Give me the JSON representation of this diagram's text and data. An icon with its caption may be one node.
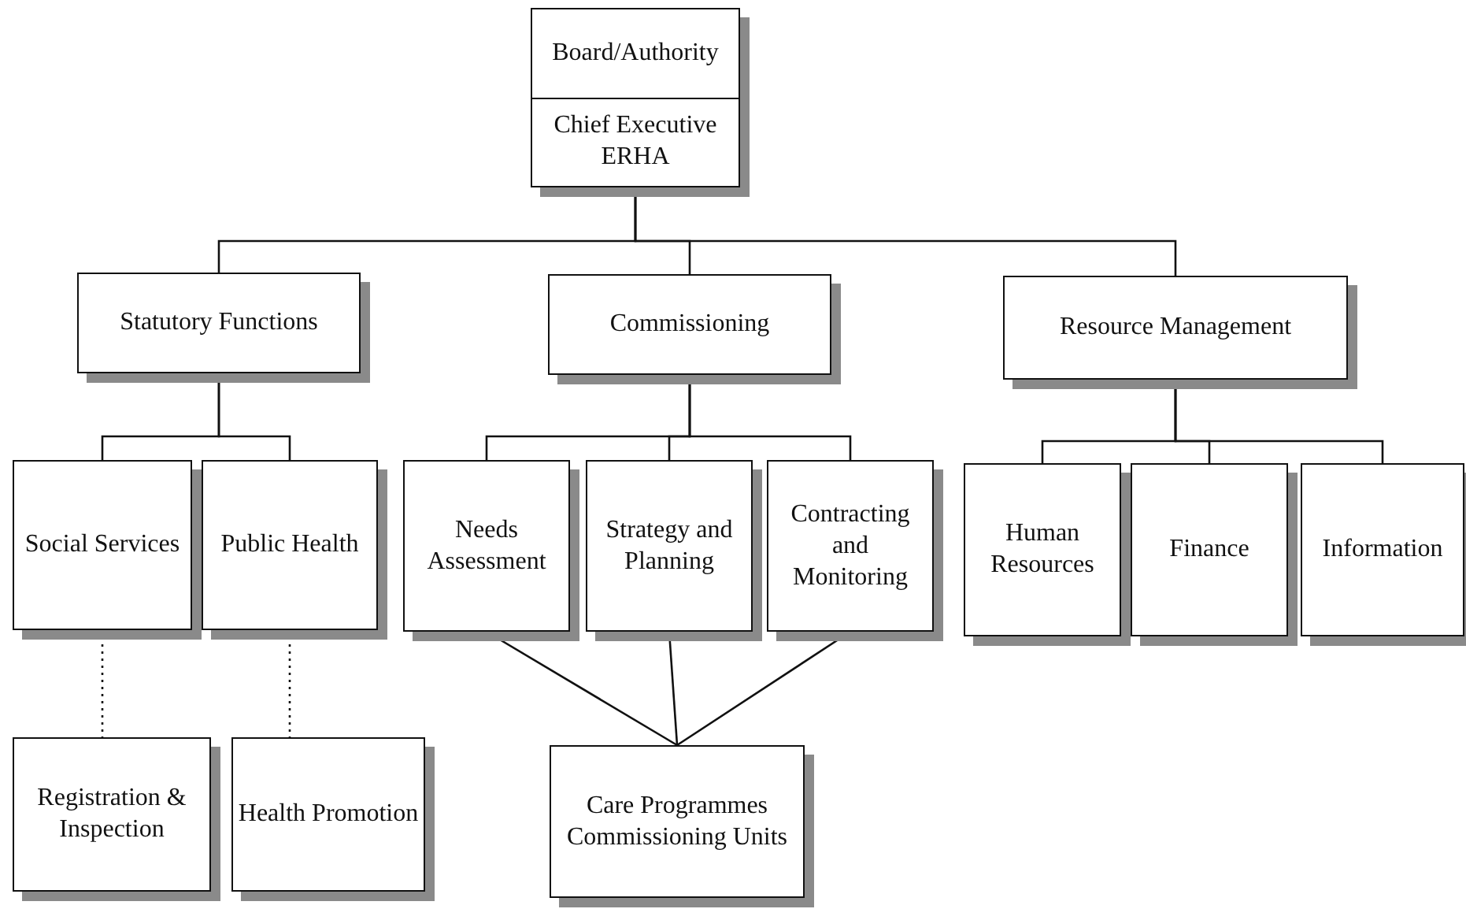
{
  "diagram": {
    "nodes": [
      {
        "text": [
          "Board/Authority",
          "Chief Executive ERHA"
        ]
      },
      {
        "text": [
          "Statutory Functions"
        ]
      },
      {
        "text": [
          "Commissioning"
        ]
      },
      {
        "text": [
          "Resource Management"
        ]
      },
      {
        "text": [
          "Social Services"
        ]
      },
      {
        "text": [
          "Public Health"
        ]
      },
      {
        "text": [
          "Needs Assessment"
        ]
      },
      {
        "text": [
          "Strategy and Planning"
        ]
      },
      {
        "text": [
          "Contracting and Monitoring"
        ]
      },
      {
        "text": [
          "Human Resources"
        ]
      },
      {
        "text": [
          "Finance"
        ]
      },
      {
        "text": [
          "Information"
        ]
      },
      {
        "text": [
          "Registration & Inspection"
        ]
      },
      {
        "text": [
          "Health Promotion"
        ]
      },
      {
        "text": [
          "Care Programmes Commissioning Units"
        ]
      }
    ],
    "edges": [
      {
        "from": 0,
        "to": 1,
        "arrow": "none"
      },
      {
        "from": 0,
        "to": 2,
        "arrow": "none"
      },
      {
        "from": 0,
        "to": 3,
        "arrow": "none"
      },
      {
        "from": 1,
        "to": 4,
        "arrow": "none"
      },
      {
        "from": 1,
        "to": 5,
        "arrow": "none"
      },
      {
        "from": 2,
        "to": 6,
        "arrow": "none"
      },
      {
        "from": 2,
        "to": 7,
        "arrow": "none"
      },
      {
        "from": 2,
        "to": 8,
        "arrow": "none"
      },
      {
        "from": 3,
        "to": 9,
        "arrow": "none"
      },
      {
        "from": 3,
        "to": 10,
        "arrow": "none"
      },
      {
        "from": 3,
        "to": 11,
        "arrow": "none"
      },
      {
        "from": 4,
        "to": 12,
        "arrow": "none",
        "style": "dashed"
      },
      {
        "from": 5,
        "to": 13,
        "arrow": "none",
        "style": "dashed"
      },
      {
        "from": 6,
        "to": 14,
        "arrow": "none"
      },
      {
        "from": 7,
        "to": 14,
        "arrow": "none"
      },
      {
        "from": 8,
        "to": 14,
        "arrow": "none"
      }
    ]
  }
}
